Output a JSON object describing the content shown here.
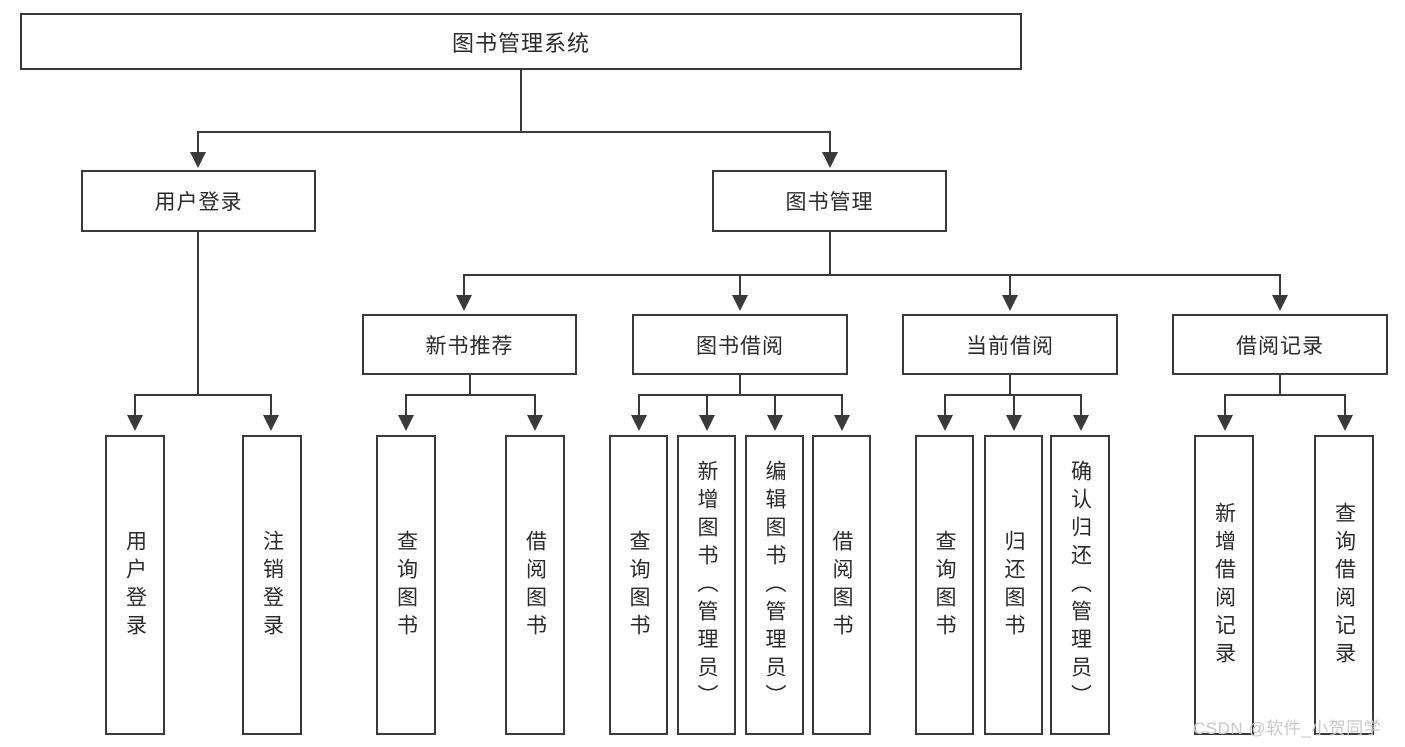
{
  "diagram": {
    "type": "tree",
    "title": "图书管理系统",
    "watermark": "CSDN @软件_小贺同学",
    "colors": {
      "box_border": "#3a3a3a",
      "box_fill": "#ffffff",
      "connector": "#3a3a3a",
      "text": "#2b2b2b",
      "watermark": "#c9c9c9",
      "background": "#ffffff"
    },
    "nodes": {
      "root": "图书管理系统",
      "level2": [
        "用户登录",
        "图书管理"
      ],
      "level3": [
        "新书推荐",
        "图书借阅",
        "当前借阅",
        "借阅记录"
      ],
      "leaves_user_login": [
        "用户登录",
        "注销登录"
      ],
      "leaves_new_book": [
        "查询图书",
        "借阅图书"
      ],
      "leaves_borrow": [
        "查询图书",
        "新增图书（管理员）",
        "编辑图书（管理员）",
        "借阅图书"
      ],
      "leaves_current": [
        "查询图书",
        "归还图书",
        "确认归还（管理员）"
      ],
      "leaves_record": [
        "新增借阅记录",
        "查询借阅记录"
      ]
    }
  }
}
